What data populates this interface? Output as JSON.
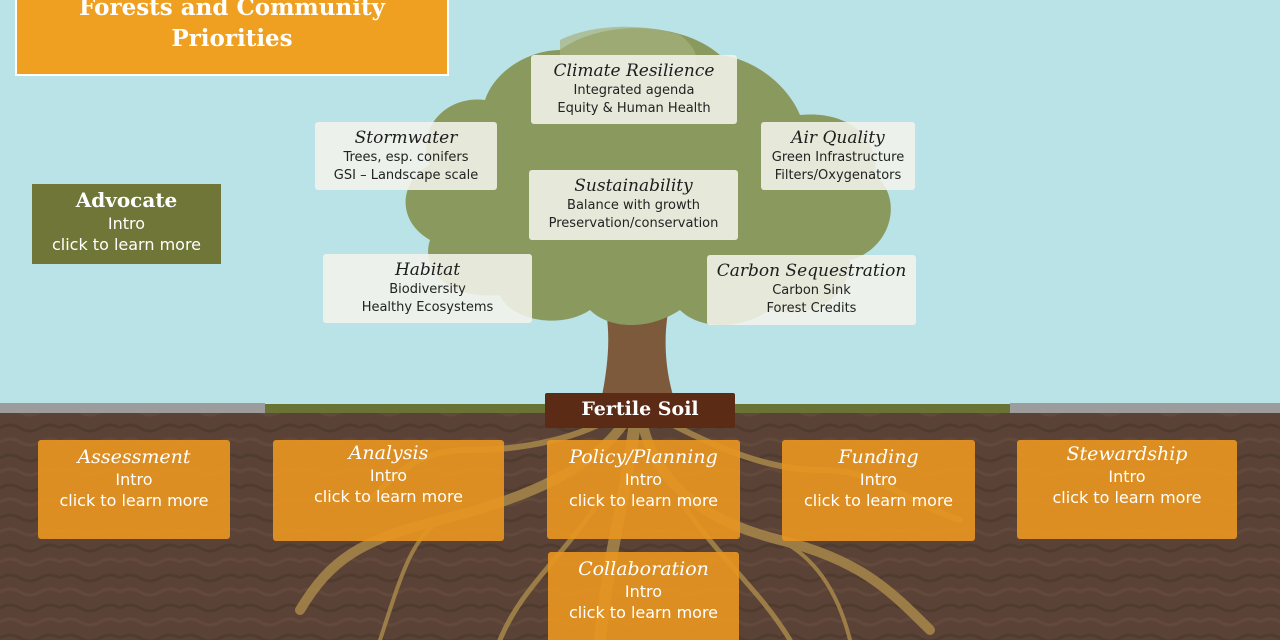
{
  "title": {
    "line1": "Forests and Community",
    "line2": "Priorities"
  },
  "advocate": {
    "heading": "Advocate",
    "line1": "Intro",
    "line2": "click to learn more"
  },
  "leaves": {
    "climate": {
      "heading": "Climate Resilience",
      "line1": "Integrated agenda",
      "line2": "Equity & Human Health"
    },
    "stormwater": {
      "heading": "Stormwater",
      "line1": "Trees, esp. conifers",
      "line2": "GSI – Landscape scale"
    },
    "air": {
      "heading": "Air Quality",
      "line1": "Green Infrastructure",
      "line2": "Filters/Oxygenators"
    },
    "sustainability": {
      "heading": "Sustainability",
      "line1": "Balance with growth",
      "line2": "Preservation/conservation"
    },
    "habitat": {
      "heading": "Habitat",
      "line1": "Biodiversity",
      "line2": "Healthy Ecosystems"
    },
    "carbon": {
      "heading": "Carbon Sequestration",
      "line1": "Carbon Sink",
      "line2": "Forest Credits"
    }
  },
  "soil_label": "Fertile Soil",
  "cards": {
    "assessment": {
      "heading": "Assessment",
      "line1": "Intro",
      "line2": "click to learn more"
    },
    "analysis": {
      "heading": "Analysis",
      "line1": "Intro",
      "line2": "click to learn more"
    },
    "policy": {
      "heading": "Policy/Planning",
      "line1": "Intro",
      "line2": "click to learn more"
    },
    "funding": {
      "heading": "Funding",
      "line1": "Intro",
      "line2": "click to learn more"
    },
    "stewardship": {
      "heading": "Stewardship",
      "line1": "Intro",
      "line2": "click to learn more"
    },
    "collaboration": {
      "heading": "Collaboration",
      "line1": "Intro",
      "line2": "click to learn more"
    }
  },
  "colors": {
    "sky": "#b9e3e7",
    "soil": "#5a4336",
    "title_bg": "#f0a020",
    "advocate_bg": "#6f7638",
    "card_bg": "#e69520",
    "soil_label_bg": "#5c2b16",
    "canopy": "#8a9a60",
    "trunk": "#7d5a3c"
  }
}
